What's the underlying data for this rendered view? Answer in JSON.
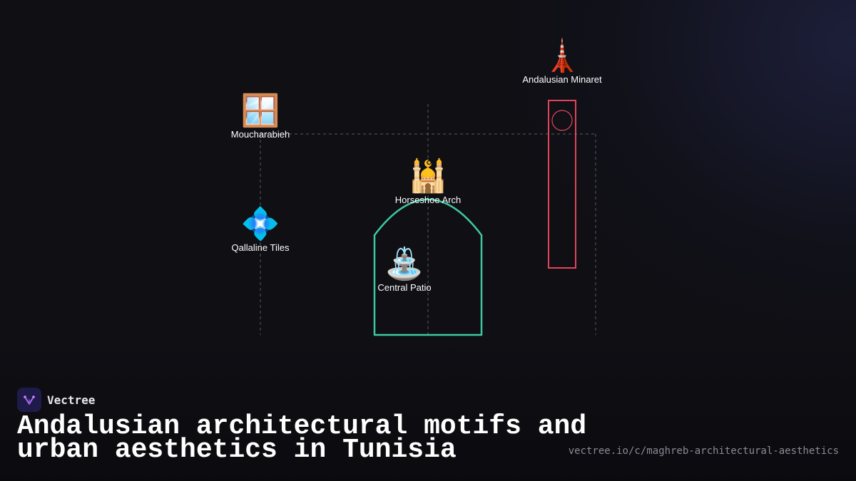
{
  "nodes": [
    {
      "id": "minaret",
      "emoji": "🗼",
      "label": "Andalusian Minaret",
      "icon": "tower-icon"
    },
    {
      "id": "moucharabieh",
      "emoji": "🪟",
      "label": "Moucharabieh",
      "icon": "window-icon"
    },
    {
      "id": "arch",
      "emoji": "🕌",
      "label": "Horseshoe Arch",
      "icon": "mosque-icon"
    },
    {
      "id": "tiles",
      "emoji": "💠",
      "label": "Qallaline Tiles",
      "icon": "diamond-tile-icon"
    },
    {
      "id": "patio",
      "emoji": "⛲",
      "label": "Central Patio",
      "icon": "fountain-icon"
    }
  ],
  "colors": {
    "arch_outline": "#3ec9a0",
    "minaret_outline": "#e0455a",
    "guide_lines": "#5a5a66"
  },
  "brand": {
    "name": "Vectree",
    "logo_icon": "vectree-logo-icon"
  },
  "title": "Andalusian architectural motifs and urban aesthetics in Tunisia",
  "url": "vectree.io/c/maghreb-architectural-aesthetics"
}
